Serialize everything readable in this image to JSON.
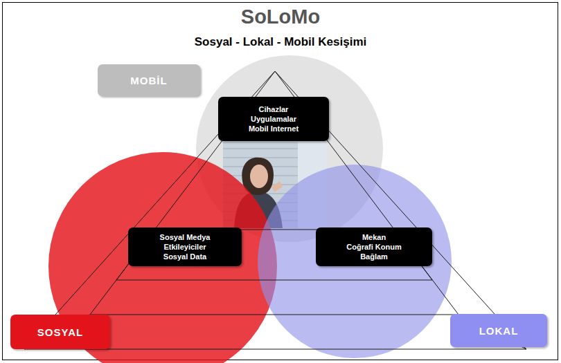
{
  "diagram": {
    "title": "SoLoMo",
    "nodes": [
      {
        "text": [
          "MOBİL"
        ]
      },
      {
        "text": [
          "Cihazlar",
          "Uygulamalar",
          "Mobil Internet"
        ]
      },
      {
        "text": [
          "Sosyal Medya",
          "Etkileyiciler",
          "Sosyal Data"
        ]
      },
      {
        "text": [
          "Mekan",
          "Coğrafi Konum",
          "Bağlam"
        ]
      },
      {
        "text": [
          "SOSYAL"
        ]
      },
      {
        "text": [
          "LOKAL"
        ]
      }
    ],
    "labels": [
      "Sosyal - Lokal - Mobil Kesişimi"
    ]
  }
}
